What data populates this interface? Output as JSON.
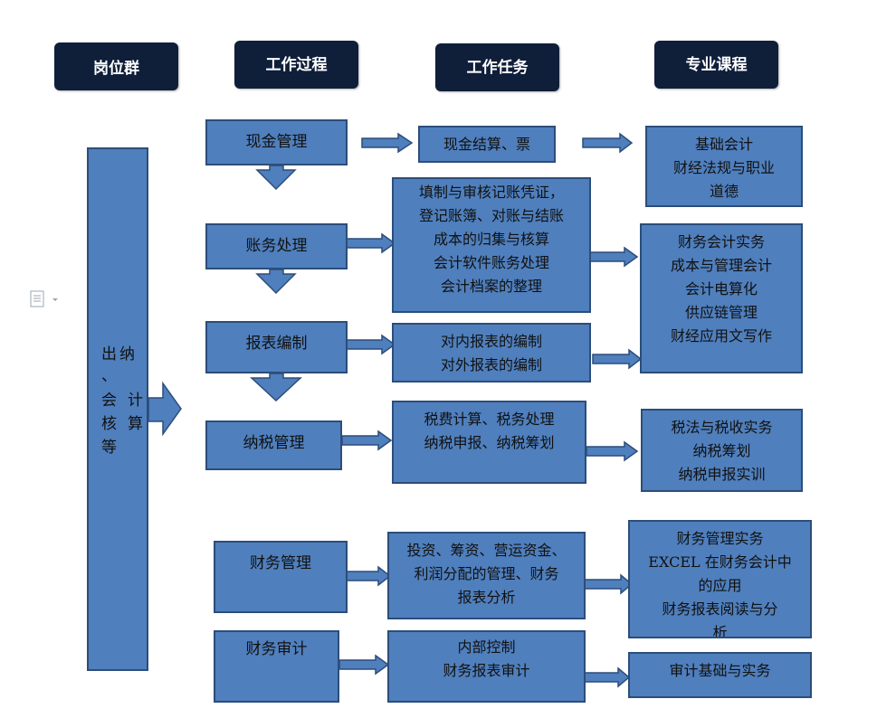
{
  "headers": {
    "job_group": "岗位群",
    "work_process": "工作过程",
    "work_task": "工作任务",
    "courses": "专业课程"
  },
  "job": {
    "col1": [
      "出",
      "纳",
      "、",
      "会",
      "计",
      "核",
      "算",
      "等"
    ],
    "text": "出纳、会计核算等"
  },
  "processes": [
    "现金管理",
    "账务处理",
    "报表编制",
    "纳税管理",
    "财务管理",
    "财务审计"
  ],
  "tasks": [
    [
      "现金结算、票"
    ],
    [
      "填制与审核记账凭证，",
      "登记账簿、对账与结账",
      "成本的归集与核算",
      "会计软件账务处理",
      "会计档案的整理"
    ],
    [
      "对内报表的编制",
      "对外报表的编制"
    ],
    [
      "税费计算、税务处理",
      "纳税申报、纳税筹划"
    ],
    [
      "投资、筹资、营运资金、",
      "利润分配的管理、财务",
      "报表分析"
    ],
    [
      "内部控制",
      "财务报表审计"
    ]
  ],
  "courses": [
    [
      "基础会计",
      "财经法规与职业",
      "道德"
    ],
    [
      "财务会计实务",
      "成本与管理会计",
      "会计电算化",
      "供应链管理",
      "财经应用文写作"
    ],
    [
      "税法与税收实务",
      "纳税筹划",
      "纳税申报实训"
    ],
    [
      "财务管理实务",
      "EXCEL 在财务会计中",
      "的应用",
      "财务报表阅读与分",
      "析"
    ],
    [
      "审计基础与实务"
    ]
  ],
  "colors": {
    "box_fill": "#4f7fbd",
    "box_border": "#2c4d7a",
    "header_fill": "#0f1f3a",
    "header_text": "#ffffff"
  },
  "icons": [
    "document-icon",
    "right-arrow-icon",
    "down-arrow-icon"
  ]
}
